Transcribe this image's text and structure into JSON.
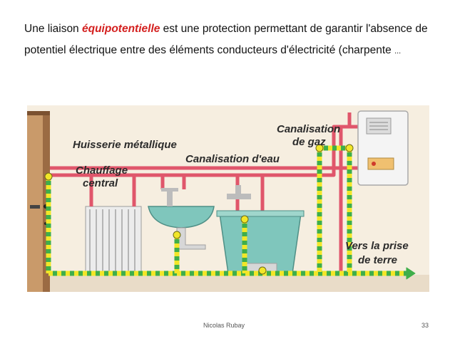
{
  "slide": {
    "text_part1": "Une liaison ",
    "text_highlight": "équipotentielle",
    "text_part2": " est une protection permettant de garantir l'absence de potentiel électrique entre des éléments conducteurs d'électricité (charpente ",
    "text_ellipsis": "...",
    "highlight_color": "#d4201f"
  },
  "diagram": {
    "labels": {
      "huisserie": "Huisserie métallique",
      "chauffage_line1": "Chauffage",
      "chauffage_line2": "central",
      "canalisation_eau": "Canalisation d'eau",
      "gaz_line1": "Canalisation",
      "gaz_line2": "de gaz",
      "terre_line1": "Vers la prise",
      "terre_line2": "de terre"
    },
    "colors": {
      "pipe_red": "#e0566b",
      "bond_yellow": "#f2e628",
      "bond_green": "#3fae4a",
      "fixture_teal": "#7fc6bc"
    }
  },
  "footer": {
    "author": "Nicolas Rubay",
    "page_number": "33"
  }
}
